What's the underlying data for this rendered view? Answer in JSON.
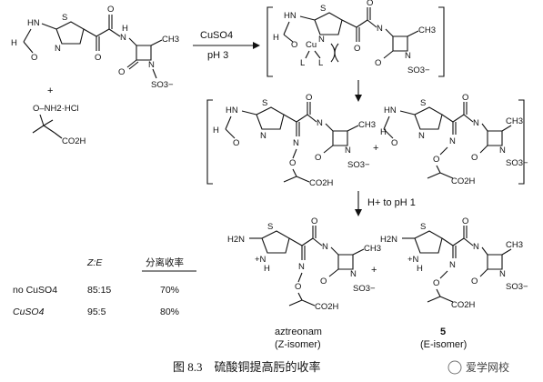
{
  "reagent": {
    "top": "CuSO4",
    "bottom": "pH 3",
    "second_step": "H+ to pH 1",
    "plus_sign": "+",
    "hydroxylamine": "O–NH2·HCl",
    "acid": "CO2H"
  },
  "atoms": {
    "N": "N",
    "S": "S",
    "H": "H",
    "O": "O",
    "HN": "HN",
    "NH2": "H2N",
    "Cu": "Cu",
    "L": "L",
    "CH3": "CH3",
    "SO3": "SO3−",
    "CO2H": "CO2H",
    "Nplus": "+N"
  },
  "products": {
    "left_name": "aztreonam",
    "left_isomer": "(Z-isomer)",
    "right_number": "5",
    "right_isomer": "(E-isomer)"
  },
  "table": {
    "headers": [
      "",
      "Z:E",
      "分离收率"
    ],
    "rows": [
      {
        "condition": "no CuSO4",
        "ratio": "85:15",
        "yield": "70%"
      },
      {
        "condition": "CuSO4",
        "ratio": "95:5",
        "yield": "80%"
      }
    ]
  },
  "caption": "图 8.3　硫酸铜提高肟的收率",
  "watermark": "爱学网校"
}
